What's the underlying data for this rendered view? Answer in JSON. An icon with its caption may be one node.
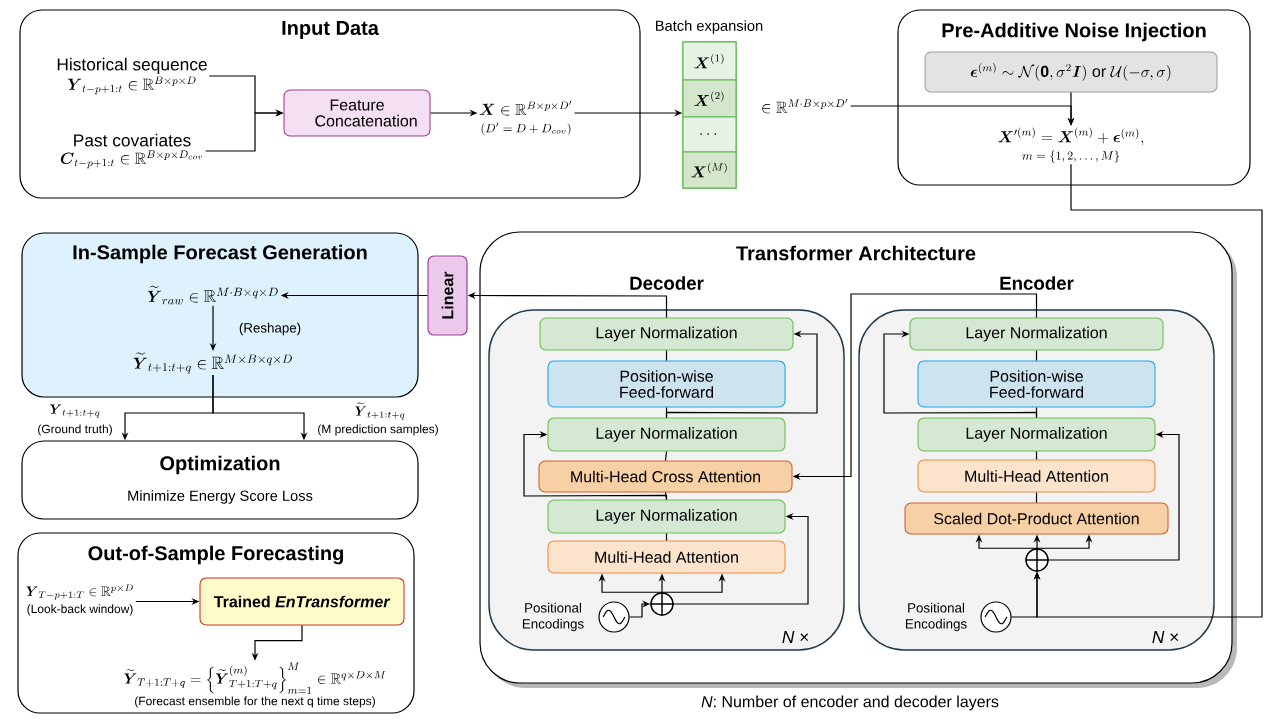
{
  "diagram": {
    "nodes": [
      {
        "text": [
          "Input Data"
        ]
      },
      {
        "text": [
          "Historical sequence",
          "\\boldsymbol{Y}_{t-p+1:t} \\in \\mathbb{R}^{B\\times p\\times D}"
        ],
        "in": 0
      },
      {
        "text": [
          "Past covariates",
          "\\boldsymbol{C}_{t-p+1:t} \\in \\mathbb{R}^{B\\times p\\times D_{cov}}"
        ],
        "in": 0
      },
      {
        "text": [
          "Feature Concatenation"
        ],
        "in": 0
      },
      {
        "text": [
          "\\boldsymbol{X} \\in \\mathbb{R}^{B\\times p\\times D'}",
          "(D' = D + D_{cov})"
        ],
        "in": 0
      },
      {
        "text": [
          "Batch expansion"
        ],
        "beside": [
          "\\in \\mathbb{R}^{M\\cdot B\\times p\\times D'}"
        ]
      },
      {
        "text": [
          "\\boldsymbol{X}^{(1)}"
        ],
        "in": 5
      },
      {
        "text": [
          "\\boldsymbol{X}^{(2)}"
        ],
        "in": 5
      },
      {
        "text": [
          "\\cdots"
        ],
        "in": 5
      },
      {
        "text": [
          "\\boldsymbol{X}^{(M)}"
        ],
        "in": 5
      },
      {
        "text": [
          "Pre-Additive Noise Injection"
        ]
      },
      {
        "text": [
          "\\boldsymbol{\\epsilon}^{(m)}\\sim \\mathcal{N}(\\mathbf{0},\\sigma^{2}\\boldsymbol{I})\\text{ or }\\mathcal{U}(-\\sigma,\\sigma)"
        ],
        "in": 10
      },
      {
        "text": [
          "\\boldsymbol{X}'^{(m)} = \\boldsymbol{X}^{(m)} + \\boldsymbol{\\epsilon}^{(m)},",
          "m = \\{1, 2, \\dots, M\\}"
        ],
        "in": 10
      },
      {
        "text": [
          "Transformer Architecture"
        ]
      },
      {
        "text": [
          "Decoder",
          "*N* ×"
        ],
        "in": 13
      },
      {
        "text": [
          "Layer Normalization"
        ],
        "in": 14
      },
      {
        "text": [
          "Position-wise Feed-forward"
        ],
        "in": 14
      },
      {
        "text": [
          "Layer Normalization"
        ],
        "in": 14
      },
      {
        "text": [
          "Multi-Head Cross Attention"
        ],
        "in": 14
      },
      {
        "text": [
          "Layer Normalization"
        ],
        "in": 14
      },
      {
        "text": [
          "Multi-Head Attention"
        ],
        "in": 14
      },
      {
        "text": [],
        "shape": "circle",
        "in": 14
      },
      {
        "text": [],
        "shape": "circle",
        "in": 14,
        "beside": [
          "Positional Encodings"
        ]
      },
      {
        "text": [
          "Encoder",
          "*N* ×"
        ],
        "in": 13
      },
      {
        "text": [
          "Layer Normalization"
        ],
        "in": 23
      },
      {
        "text": [
          "Position-wise Feed-forward"
        ],
        "in": 23
      },
      {
        "text": [
          "Layer Normalization"
        ],
        "in": 23
      },
      {
        "text": [
          "Multi-Head Attention"
        ],
        "in": 23
      },
      {
        "text": [
          "Scaled Dot-Product Attention"
        ],
        "in": 23
      },
      {
        "text": [],
        "shape": "circle",
        "in": 23
      },
      {
        "text": [],
        "shape": "circle",
        "in": 23,
        "beside": [
          "Positional Encodings"
        ]
      },
      {
        "text": [
          "Linear"
        ]
      },
      {
        "text": [
          "In-Sample Forecast Generation"
        ]
      },
      {
        "text": [
          "\\widetilde{\\boldsymbol{Y}}_{raw} \\in \\mathbb{R}^{M\\cdot B\\times q\\times D}"
        ],
        "in": 32
      },
      {
        "text": [
          "\\widetilde{\\boldsymbol{Y}}_{t+1:t+q} \\in \\mathbb{R}^{M\\times B\\times q\\times D}"
        ],
        "in": 32
      },
      {
        "text": [
          "Optimization",
          "Minimize Energy Score Loss"
        ]
      },
      {
        "text": [
          "Out-of-Sample Forecasting"
        ]
      },
      {
        "text": [
          "\\boldsymbol{Y}_{T-p+1:T} \\in \\mathbb{R}^{p\\times D}",
          "(Look-back window)"
        ],
        "in": 36
      },
      {
        "text": [
          "Trained *EnTransformer*"
        ],
        "in": 36
      },
      {
        "text": [
          "\\widetilde{\\boldsymbol{Y}}_{T+1:T+q} = \\left\\{\\widetilde{\\boldsymbol{Y}}^{(m)}_{T+1:T+q}\\right\\}_{m=1}^{M} \\in \\mathbb{R}^{q\\times D\\times M}",
          "(Forecast ensemble for the next q time steps)"
        ],
        "in": 36
      }
    ],
    "edges": [
      {
        "from": 1,
        "to": 3,
        "arrow": "to"
      },
      {
        "from": 2,
        "to": 3,
        "arrow": "to"
      },
      {
        "from": 3,
        "to": 4,
        "arrow": "to"
      },
      {
        "from": 4,
        "to": 5,
        "arrow": "to"
      },
      {
        "from": 5,
        "to": 12,
        "arrow": "to"
      },
      {
        "from": 11,
        "to": 12,
        "arrow": "to"
      },
      {
        "from": 12,
        "to": 29,
        "arrow": "to"
      },
      {
        "from": 30,
        "to": 29,
        "arrow": "to"
      },
      {
        "from": 29,
        "to": 28,
        "arrow": "to"
      },
      {
        "from": 29,
        "to": 28,
        "arrow": "to"
      },
      {
        "from": 29,
        "to": 28,
        "arrow": "to"
      },
      {
        "from": 29,
        "to": 26,
        "arrow": "to"
      },
      {
        "from": 28,
        "to": 27,
        "arrow": "none"
      },
      {
        "from": 27,
        "to": 26,
        "arrow": "none"
      },
      {
        "from": 26,
        "to": 25,
        "arrow": "none"
      },
      {
        "from": 25,
        "to": 24,
        "arrow": "none"
      },
      {
        "from": 26,
        "to": 24,
        "arrow": "to"
      },
      {
        "from": 24,
        "to": 18,
        "arrow": "to"
      },
      {
        "from": 22,
        "to": 21,
        "arrow": "to"
      },
      {
        "from": 21,
        "to": 20,
        "arrow": "to"
      },
      {
        "from": 21,
        "to": 20,
        "arrow": "to"
      },
      {
        "from": 21,
        "to": 20,
        "arrow": "to"
      },
      {
        "from": 21,
        "to": 19,
        "arrow": "to"
      },
      {
        "from": 20,
        "to": 19,
        "arrow": "none"
      },
      {
        "from": 19,
        "to": 18,
        "arrow": "none"
      },
      {
        "from": 18,
        "to": 17,
        "arrow": "none"
      },
      {
        "from": 17,
        "to": 16,
        "arrow": "none"
      },
      {
        "from": 16,
        "to": 15,
        "arrow": "none"
      },
      {
        "from": 19,
        "to": 17,
        "arrow": "to"
      },
      {
        "from": 17,
        "to": 15,
        "arrow": "to"
      },
      {
        "from": 15,
        "to": 31,
        "arrow": "to"
      },
      {
        "from": 31,
        "to": 33,
        "arrow": "to"
      },
      {
        "from": 33,
        "to": 34,
        "arrow": "to"
      },
      {
        "from": 34,
        "to": 35,
        "arrow": "to"
      },
      {
        "from": 34,
        "to": 35,
        "arrow": "to"
      },
      {
        "from": 37,
        "to": 38,
        "arrow": "to"
      },
      {
        "from": 38,
        "to": 39,
        "arrow": "to"
      }
    ],
    "labels": [
      "(Reshape)",
      "\\boldsymbol{Y}_{t+1:t+q}",
      "(Ground truth)",
      "\\widetilde{\\boldsymbol{Y}}_{t+1:t+q}",
      "(M prediction samples)",
      "*N*: Number of encoder and decoder layers"
    ]
  }
}
